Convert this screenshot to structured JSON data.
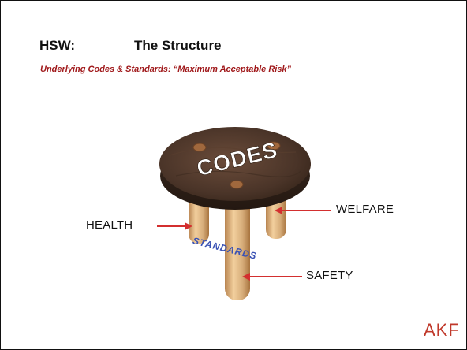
{
  "slide": {
    "title_prefix": "HSW:",
    "title_main": "The Structure",
    "subtitle": "Underlying Codes & Standards: “Maximum Acceptable Risk”"
  },
  "diagram": {
    "seat_text": "CODES",
    "ribbon_text": "STANDARDS",
    "labels": {
      "health": "HEALTH",
      "welfare": "WELFARE",
      "safety": "SAFETY"
    },
    "colors": {
      "arrow": "#d32f2f",
      "seat": "#4a3428",
      "leg": "#d7ad7a",
      "ribbon_text": "#3a52b4"
    }
  },
  "logo": {
    "text": "AKF"
  }
}
